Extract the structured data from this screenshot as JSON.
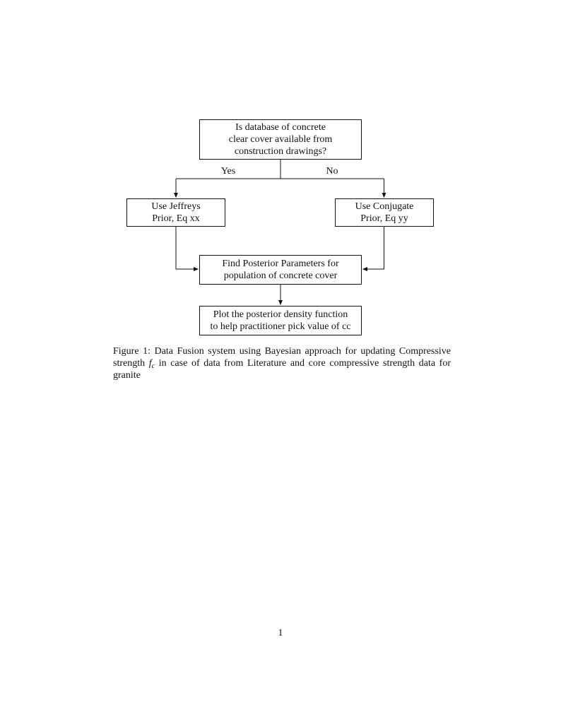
{
  "page": {
    "number": "1"
  },
  "flowchart": {
    "nodes": {
      "decision": {
        "lines": [
          "Is database of concrete",
          "clear cover available from",
          "construction drawings?"
        ]
      },
      "jeffreys": {
        "lines": [
          "Use Jeffreys",
          "Prior, Eq xx"
        ]
      },
      "conjugate": {
        "lines": [
          "Use Conjugate",
          "Prior, Eq yy"
        ]
      },
      "posterior": {
        "lines": [
          "Find Posterior Parameters for",
          "population of concrete cover"
        ]
      },
      "plot": {
        "lines": [
          "Plot the posterior density function",
          "to help practitioner pick value of cc"
        ]
      }
    },
    "edge_labels": {
      "yes": "Yes",
      "no": "No"
    }
  },
  "caption": {
    "text_before_math": "Figure 1: Data Fusion system using Bayesian approach for updating Compressive strength ",
    "math_symbol": "f",
    "math_subscript": "c",
    "text_after_math": " in case of data from Literature and core compressive strength data for granite"
  }
}
